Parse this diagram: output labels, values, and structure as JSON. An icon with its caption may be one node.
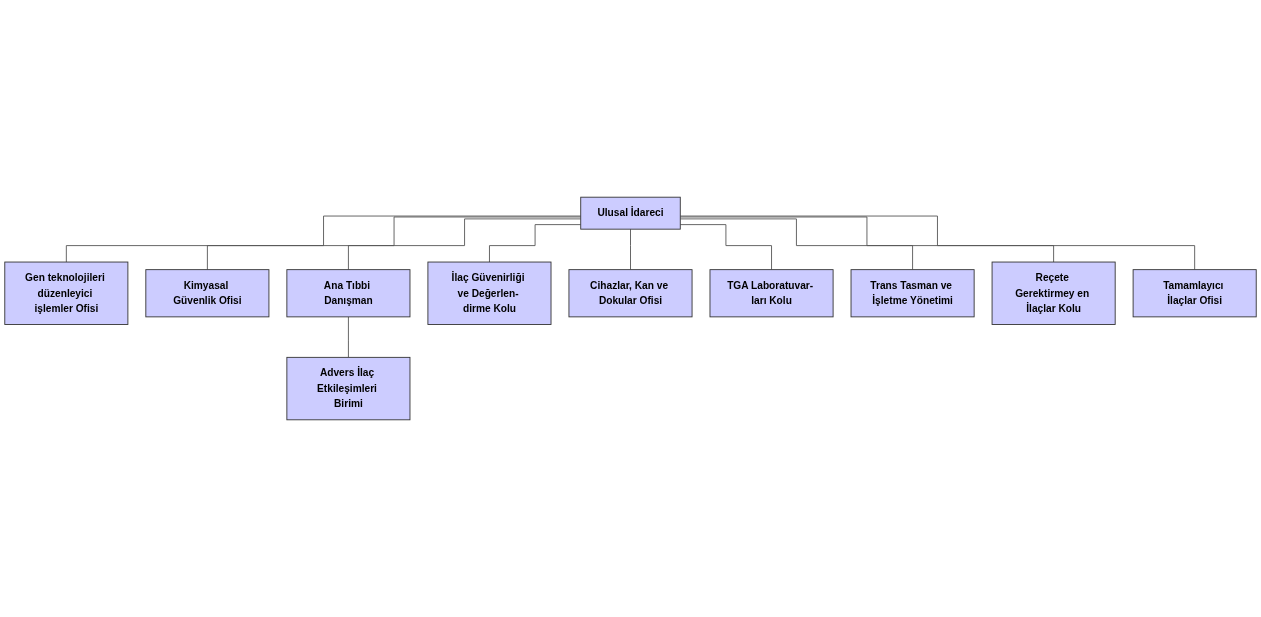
{
  "diagram": {
    "nodes": [
      {
        "text": [
          "Gen teknolojileri düzenleyici işlemler Ofisi"
        ]
      },
      {
        "text": [
          "Ulusal İdareci"
        ]
      },
      {
        "text": [
          "Kimyasal Güvenlik Ofisi"
        ]
      },
      {
        "text": [
          "Advers İlaç Etkileşimleri Birimi"
        ]
      },
      {
        "text": [
          "Ana Tıbbi Danışman"
        ]
      },
      {
        "text": [
          "İlaç Güvenirliği ve Değerlen- dirme Kolu"
        ]
      },
      {
        "text": [
          "Cihazlar, Kan ve Dokular Ofisi"
        ]
      },
      {
        "text": [
          "TGA Laboratuvar- ları Kolu"
        ]
      },
      {
        "text": [
          "Trans Tasman ve İşletme Yönetimi"
        ]
      },
      {
        "text": [
          "Reçete Gerektirmey en İlaçlar Kolu"
        ]
      },
      {
        "text": [
          "Tamamlayıcı İlaçlar Ofisi"
        ]
      }
    ],
    "edges": [
      {
        "from": 1,
        "to": 0,
        "arrow": "none"
      },
      {
        "from": 1,
        "to": 2,
        "arrow": "none"
      },
      {
        "from": 1,
        "to": 4,
        "arrow": "none"
      },
      {
        "from": 4,
        "to": 3,
        "arrow": "none"
      },
      {
        "from": 1,
        "to": 5,
        "arrow": "none"
      },
      {
        "from": 1,
        "to": 6,
        "arrow": "none"
      },
      {
        "from": 1,
        "to": 7,
        "arrow": "none"
      },
      {
        "from": 1,
        "to": 8,
        "arrow": "none"
      },
      {
        "from": 1,
        "to": 9,
        "arrow": "none"
      },
      {
        "from": 1,
        "to": 10,
        "arrow": "none"
      }
    ]
  }
}
